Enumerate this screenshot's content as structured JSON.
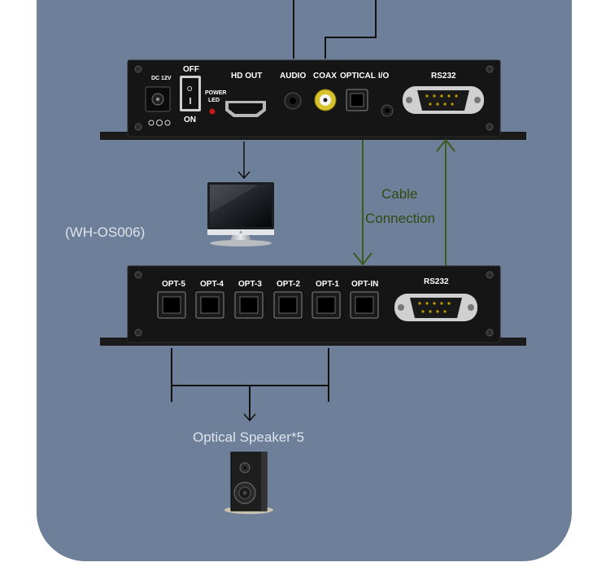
{
  "colors": {
    "panel": "#6e7f99",
    "device": "#151515",
    "line_black": "#111111",
    "line_green": "#3e5a1f",
    "text_gray": "#dfe4ec",
    "text_green": "#2f4a12"
  },
  "top_device": {
    "labels": {
      "dc": "DC 12V",
      "off": "OFF",
      "on": "ON",
      "power_led": "POWER",
      "led": "LED",
      "hdout": "HD OUT",
      "audio": "AUDIO",
      "coax": "COAX",
      "optical": "OPTICAL",
      "io": "I/O",
      "rs232": "RS232"
    }
  },
  "bottom_device": {
    "ports": [
      "OPT-5",
      "OPT-4",
      "OPT-3",
      "OPT-2",
      "OPT-1",
      "OPT-IN"
    ],
    "rs232": "RS232"
  },
  "captions": {
    "model": "(WH-OS006)",
    "cable_1": "Cable",
    "cable_2": "Connection",
    "speaker": "Optical Speaker*5"
  },
  "icons": {
    "monitor": "monitor-icon",
    "speaker": "speaker-icon"
  }
}
